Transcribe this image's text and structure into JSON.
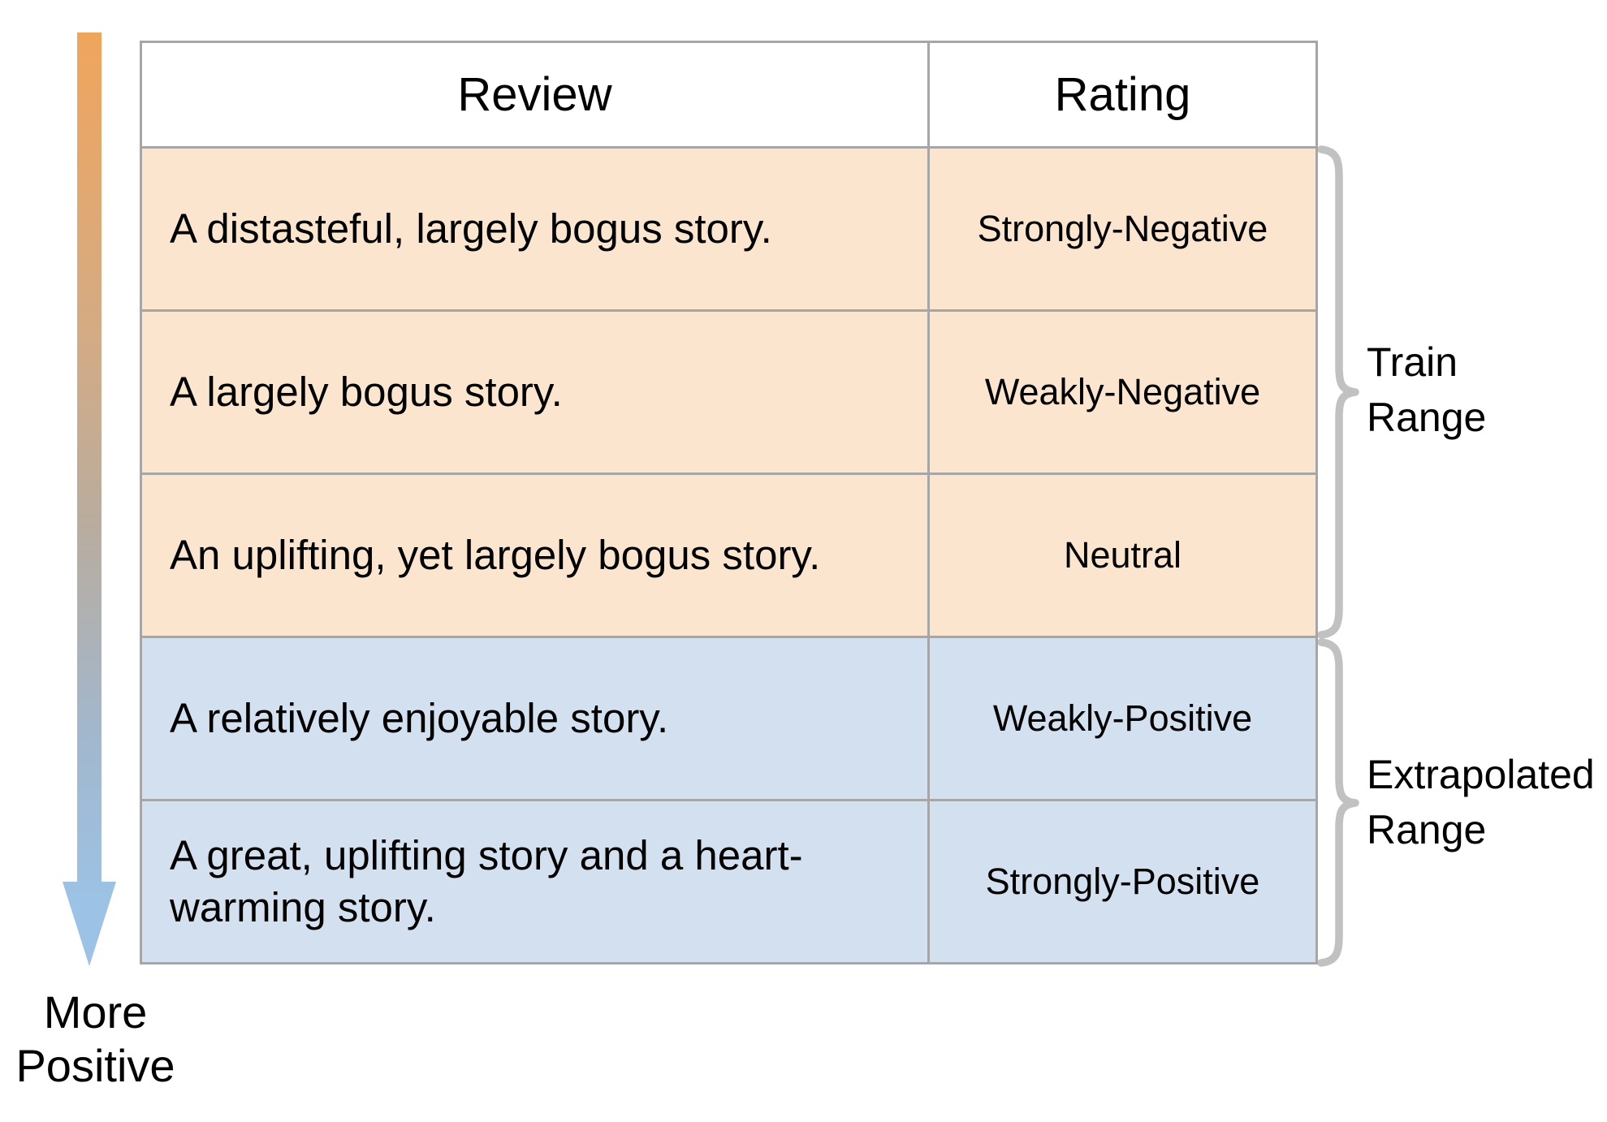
{
  "figure": {
    "type": "annotated-table-diagram",
    "description_axis": "vertical sentiment axis, more positive toward bottom"
  },
  "table": {
    "headers": {
      "review": "Review",
      "rating": "Rating"
    },
    "rows": [
      {
        "review": "A distasteful, largely bogus story.",
        "rating": "Strongly-Negative",
        "range": "train"
      },
      {
        "review": "A largely bogus story.",
        "rating": "Weakly-Negative",
        "range": "train"
      },
      {
        "review": "An uplifting, yet largely bogus story.",
        "rating": "Neutral",
        "range": "train"
      },
      {
        "review": "A relatively enjoyable story.",
        "rating": "Weakly-Positive",
        "range": "extrapolated"
      },
      {
        "review": "A great, uplifting story and a heart-warming story.",
        "rating": "Strongly-Positive",
        "range": "extrapolated"
      }
    ]
  },
  "annotations": {
    "train_range": "Train Range",
    "extrapolated_range": "Extrapolated Range",
    "more_positive": "More Positive"
  },
  "icons": {
    "arrow": "more-positive-gradient-arrow-icon",
    "train_brace": "curly-brace-icon",
    "extrapolated_brace": "curly-brace-icon"
  },
  "colors": {
    "train-row-bg": "#FCE5CE",
    "extrapolated-row-bg": "#D2E0F0",
    "table-border": "#A6A6A6",
    "brace": "#C1C1C1",
    "arrow-top": "#F0A55C",
    "arrow-mid1": "#D3AB85",
    "arrow-mid2": "#BAAC9D",
    "arrow-mid3": "#A2B7CC",
    "arrow-bottom": "#9CC2E5",
    "text": "#000000"
  }
}
